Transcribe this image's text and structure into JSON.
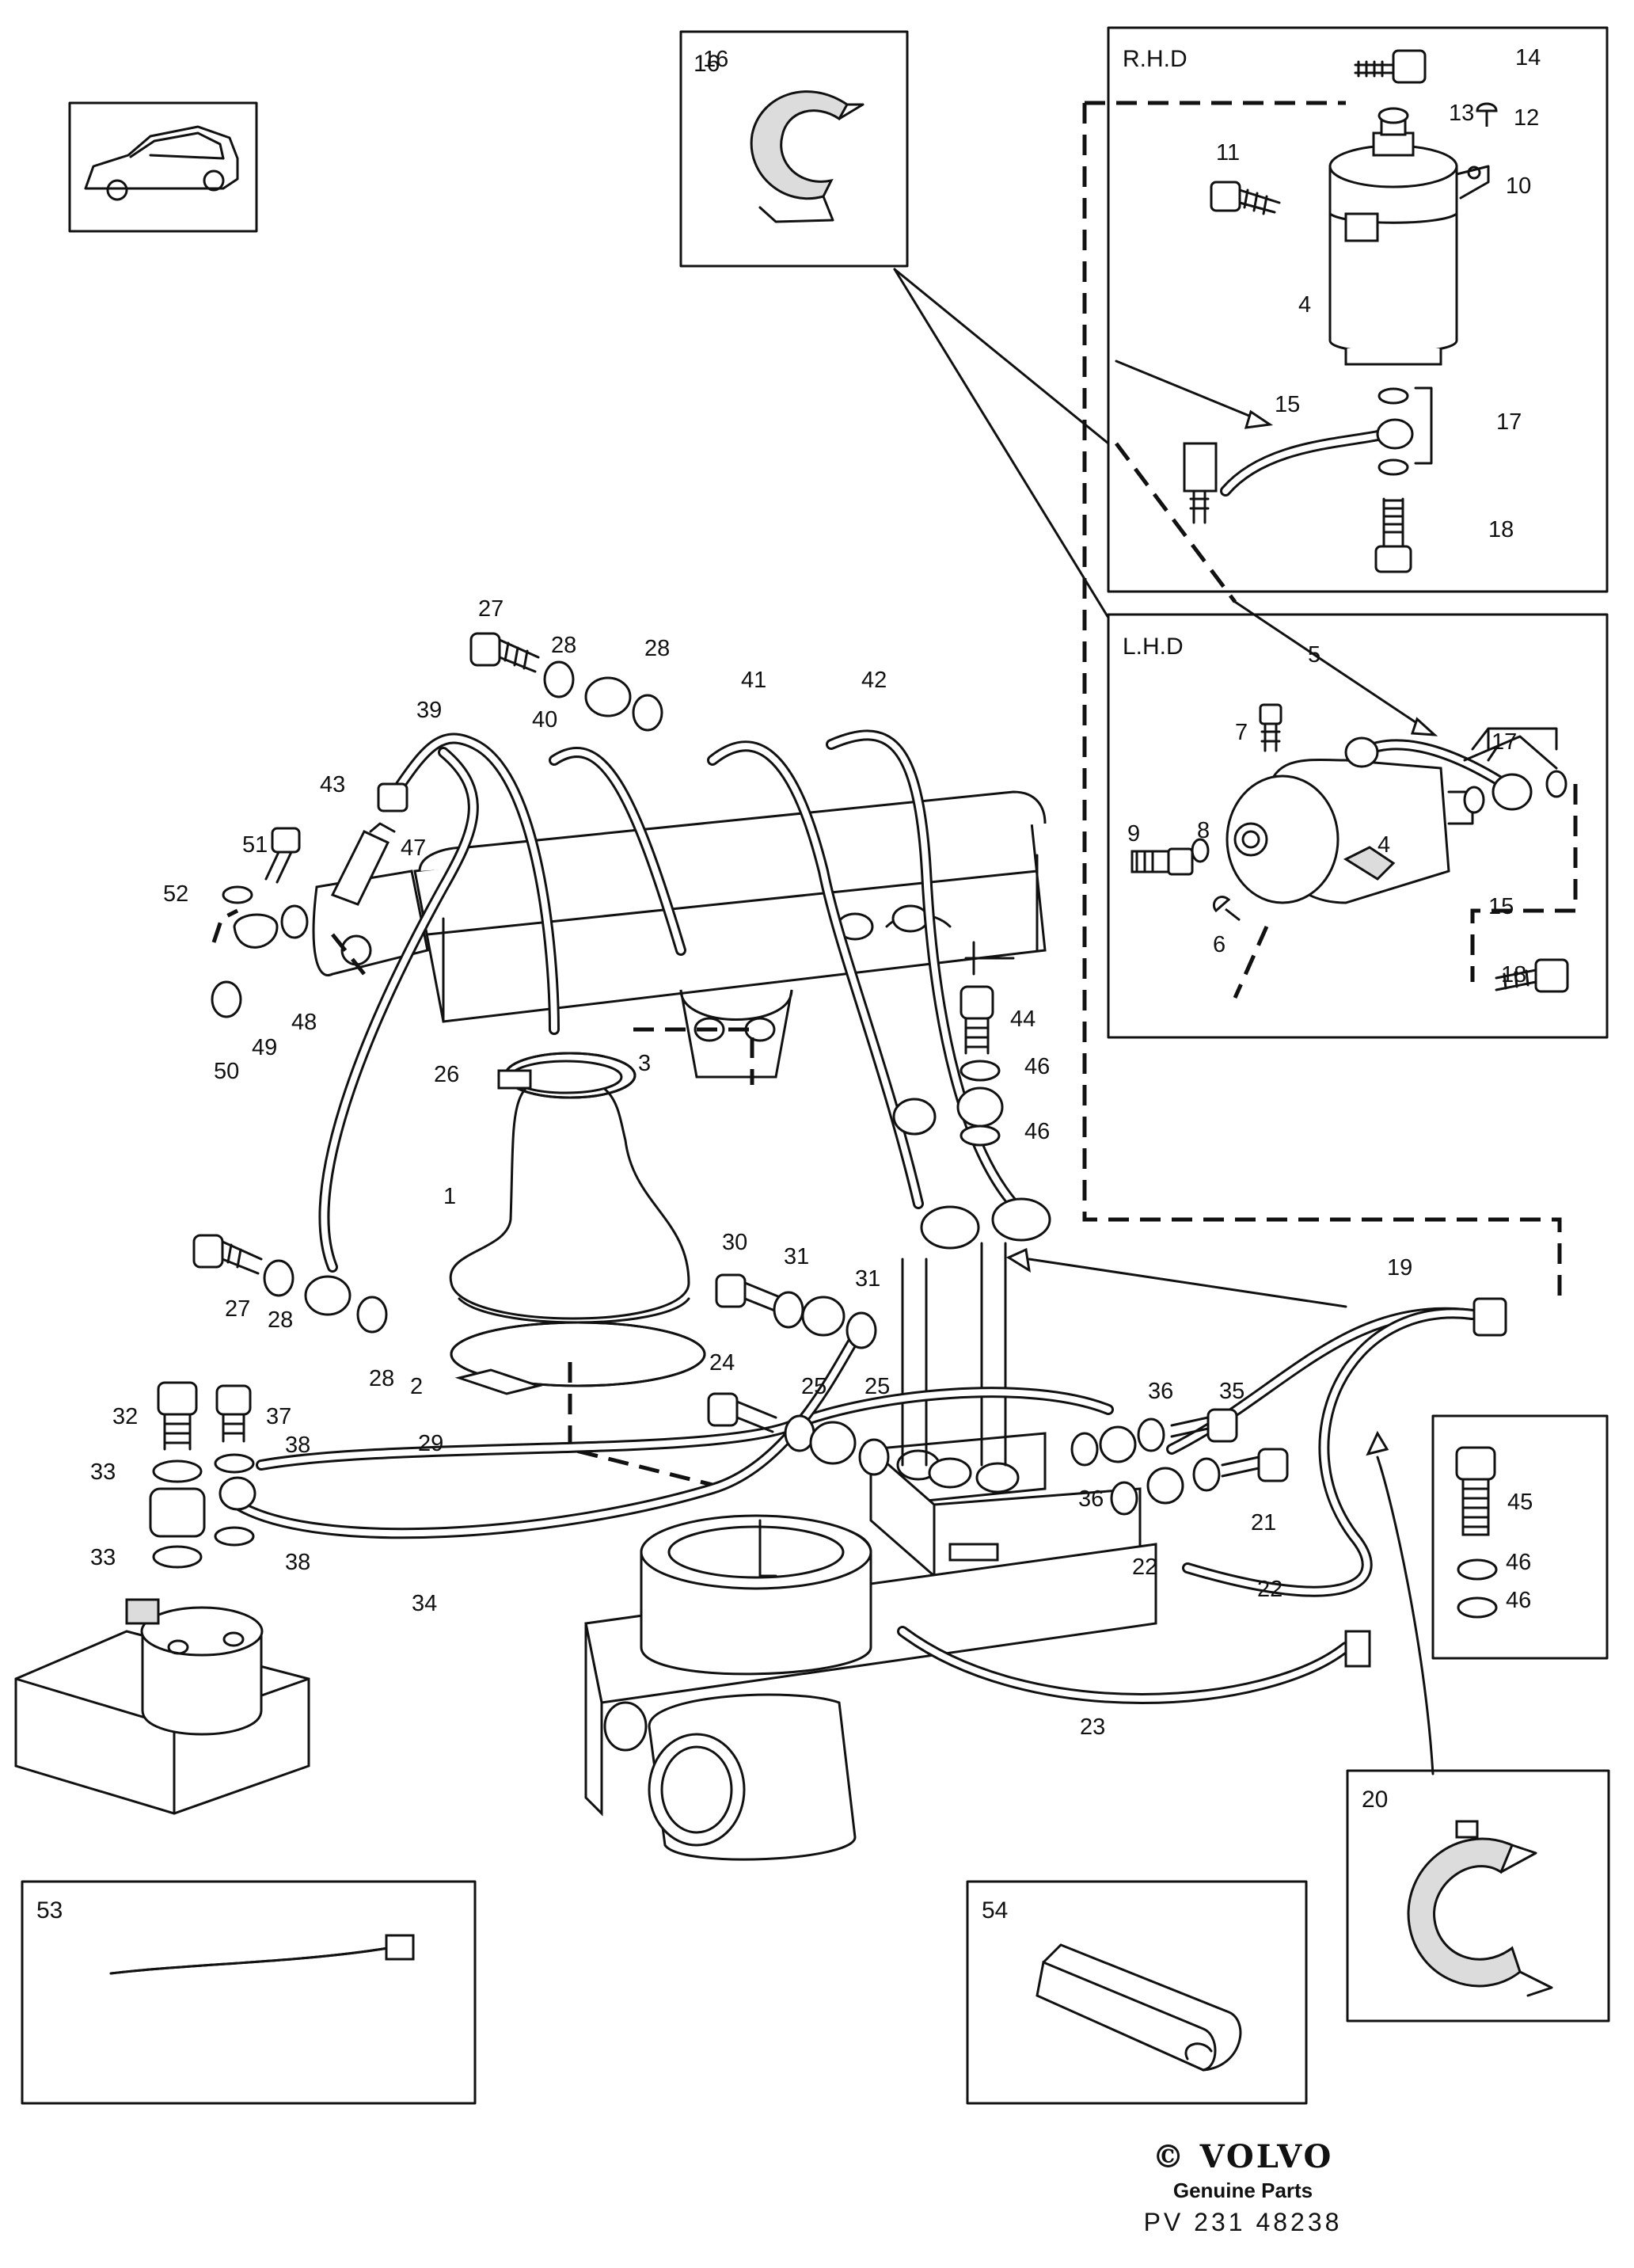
{
  "variants": {
    "rhd": "R.H.D",
    "lhd": "L.H.D"
  },
  "part_numbers": [
    "1",
    "2",
    "3",
    "4",
    "4",
    "5",
    "6",
    "7",
    "8",
    "9",
    "10",
    "11",
    "12",
    "13",
    "14",
    "15",
    "15",
    "16",
    "17",
    "17",
    "18",
    "18",
    "19",
    "20",
    "21",
    "22",
    "22",
    "23",
    "24",
    "25",
    "25",
    "26",
    "27",
    "27",
    "28",
    "28",
    "28",
    "28",
    "29",
    "30",
    "31",
    "31",
    "32",
    "33",
    "33",
    "34",
    "35",
    "36",
    "36",
    "37",
    "38",
    "38",
    "39",
    "40",
    "41",
    "42",
    "43",
    "44",
    "45",
    "46",
    "46",
    "46",
    "46",
    "47",
    "48",
    "49",
    "50",
    "51",
    "52",
    "53",
    "54"
  ],
  "detail_boxes": {
    "box_16": "16",
    "box_20": "20",
    "box_53": "53",
    "box_54": "54"
  },
  "footer": {
    "copyright": "©",
    "brand": "VOLVO",
    "tagline": "Genuine Parts",
    "drawing_number": "PV 231  48238"
  }
}
